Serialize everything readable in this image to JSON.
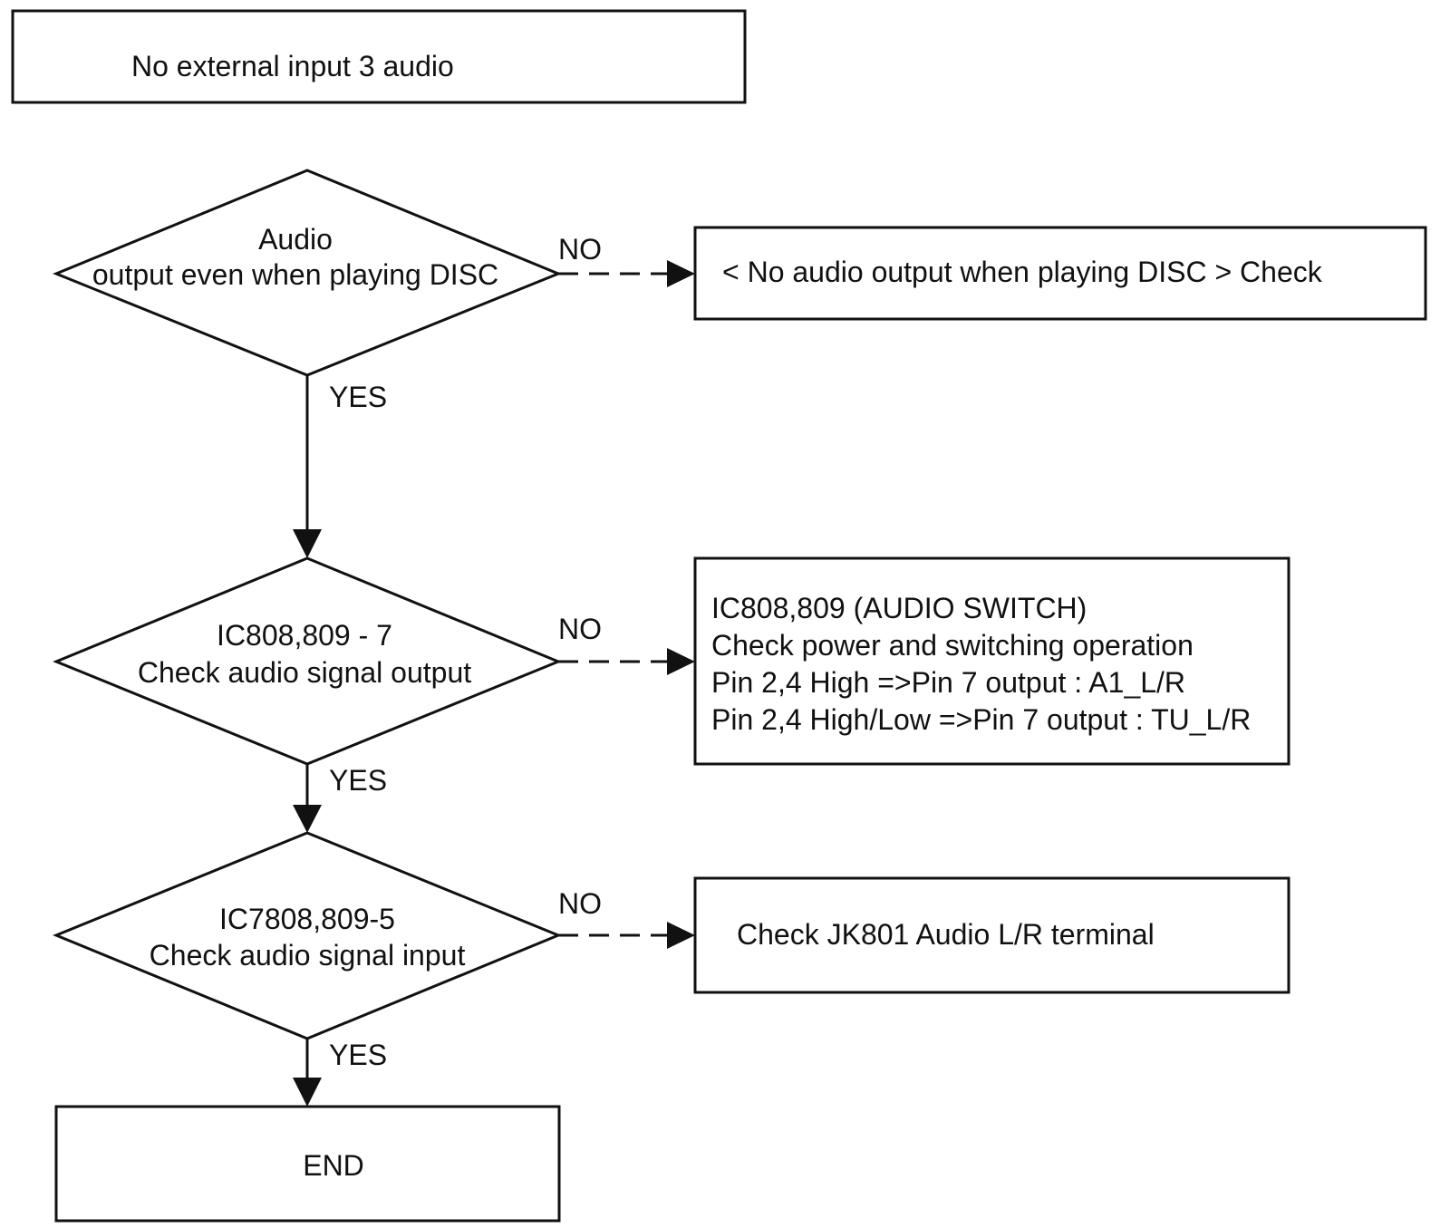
{
  "title": "No external input 3 audio",
  "decisions": [
    {
      "lines": [
        "Audio",
        "output even when playing DISC"
      ],
      "yes_label": "YES",
      "no_label": "NO"
    },
    {
      "lines": [
        "IC808,809 - 7",
        "Check audio signal output"
      ],
      "yes_label": "YES",
      "no_label": "NO"
    },
    {
      "lines": [
        "IC7808,809-5",
        "Check audio signal input"
      ],
      "yes_label": "YES",
      "no_label": "NO"
    }
  ],
  "actions": [
    {
      "lines": [
        "< No audio output when playing DISC > Check"
      ]
    },
    {
      "lines": [
        "IC808,809 (AUDIO SWITCH)",
        "Check power and switching operation",
        "Pin 2,4 High =>Pin 7 output : A1_L/R",
        "Pin 2,4 High/Low =>Pin 7 output : TU_L/R"
      ]
    },
    {
      "lines": [
        "Check JK801 Audio L/R terminal"
      ]
    }
  ],
  "end_label": "END"
}
